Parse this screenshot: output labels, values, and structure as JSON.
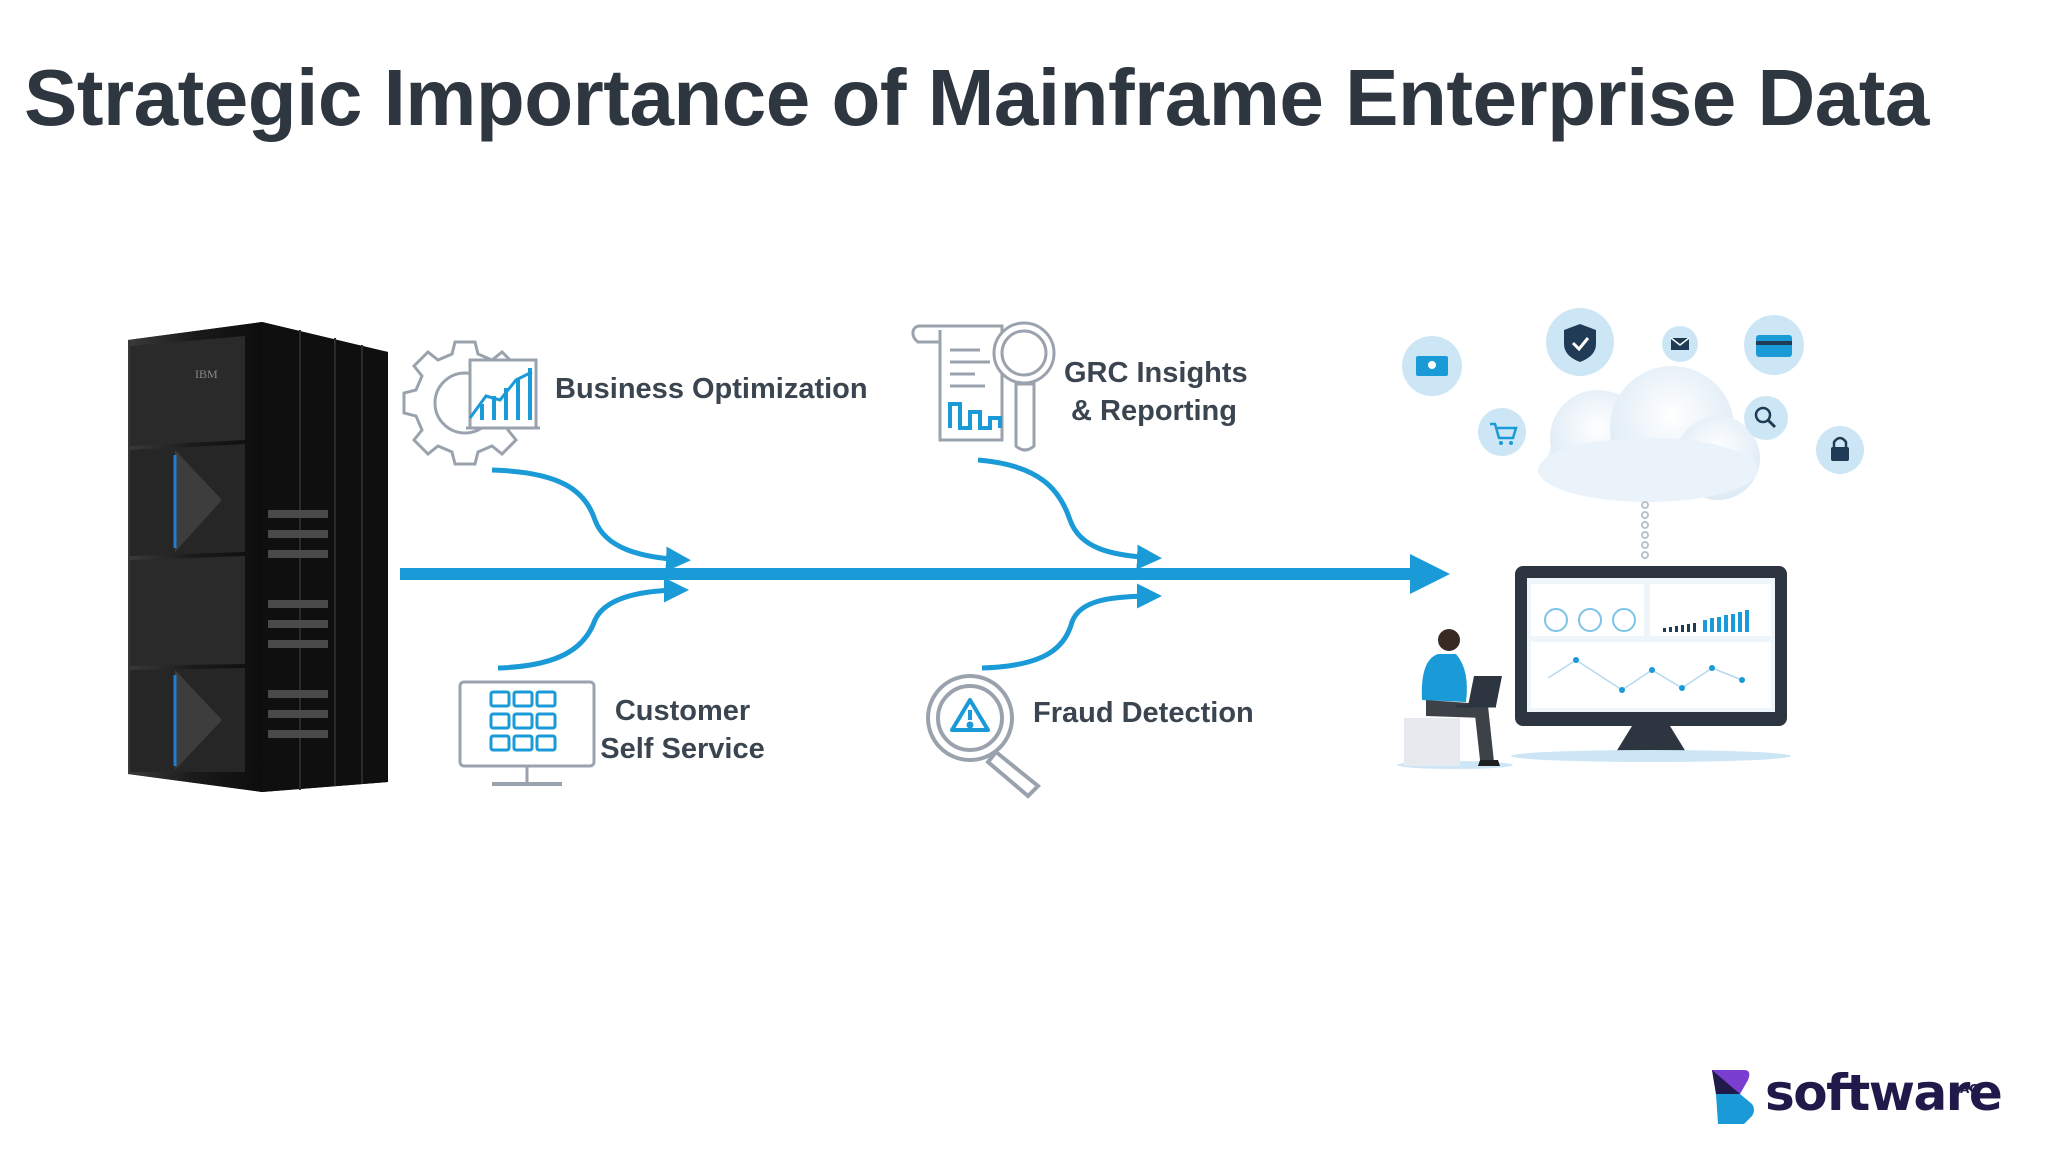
{
  "slide": {
    "title": "Strategic Importance of Mainframe Enterprise Data"
  },
  "use_cases": {
    "business_optimization": "Business Optimization",
    "grc_line1": "GRC Insights",
    "grc_line2": "& Reporting",
    "customer_line1": "Customer",
    "customer_line2": "Self Service",
    "fraud_detection": "Fraud Detection"
  },
  "mainframe": {
    "badge": "IBM"
  },
  "brand": {
    "name": "software",
    "suffix": "AG"
  },
  "colors": {
    "accent": "#1a9ad6",
    "title": "#2e3640",
    "icon_gray": "#9aa3ad"
  }
}
